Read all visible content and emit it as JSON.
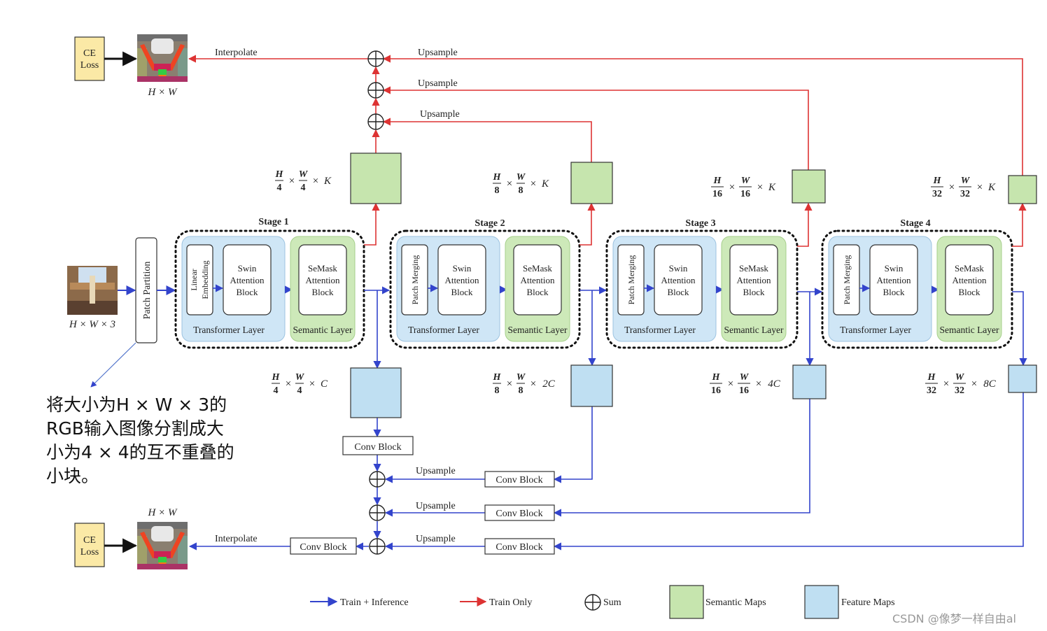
{
  "colors": {
    "blue_arrow": "#3344cc",
    "red_arrow": "#dd3333",
    "semantic_fill": "#c6e5ae",
    "feature_fill": "#bfdff2",
    "ce_fill": "#fbe9a6",
    "transformer_fill": "#cfe6f6",
    "semantic_layer_fill": "#cde9b9"
  },
  "ce_loss": "CE\nLoss",
  "input_label": "H × W × 3",
  "output_size_label": "H × W",
  "patch_partition": "Patch Partition",
  "stages": [
    {
      "title": "Stage 1",
      "first_block": "Linear Embedding",
      "sem_size": "H/4 × W/4 × K",
      "feat_size": "H/4 × W/4 × C"
    },
    {
      "title": "Stage 2",
      "first_block": "Patch Merging",
      "sem_size": "H/8 × W/8 × K",
      "feat_size": "H/8 × W/8 × 2C"
    },
    {
      "title": "Stage 3",
      "first_block": "Patch Merging",
      "sem_size": "H/16 × W/16 × K",
      "feat_size": "H/16 × W/16 × 4C"
    },
    {
      "title": "Stage 4",
      "first_block": "Patch Merging",
      "sem_size": "H/32 × W/32 × K",
      "feat_size": "H/32 × W/32 × 8C"
    }
  ],
  "swin_block": "Swin Attention Block",
  "semask_block": "SeMask Attention Block",
  "transformer_layer": "Transformer Layer",
  "semantic_layer": "Semantic Layer",
  "interpolate": "Interpolate",
  "upsample": "Upsample",
  "conv_block": "Conv Block",
  "legend": {
    "train_inference": "Train + Inference",
    "train_only": "Train Only",
    "sum": "Sum",
    "semantic_maps": "Semantic Maps",
    "feature_maps": "Feature Maps"
  },
  "note": "将大小为H × W × 3的RGB输入图像分割成大小为4 × 4的互不重叠的小块。",
  "watermark": "CSDN @像梦一样自由al"
}
